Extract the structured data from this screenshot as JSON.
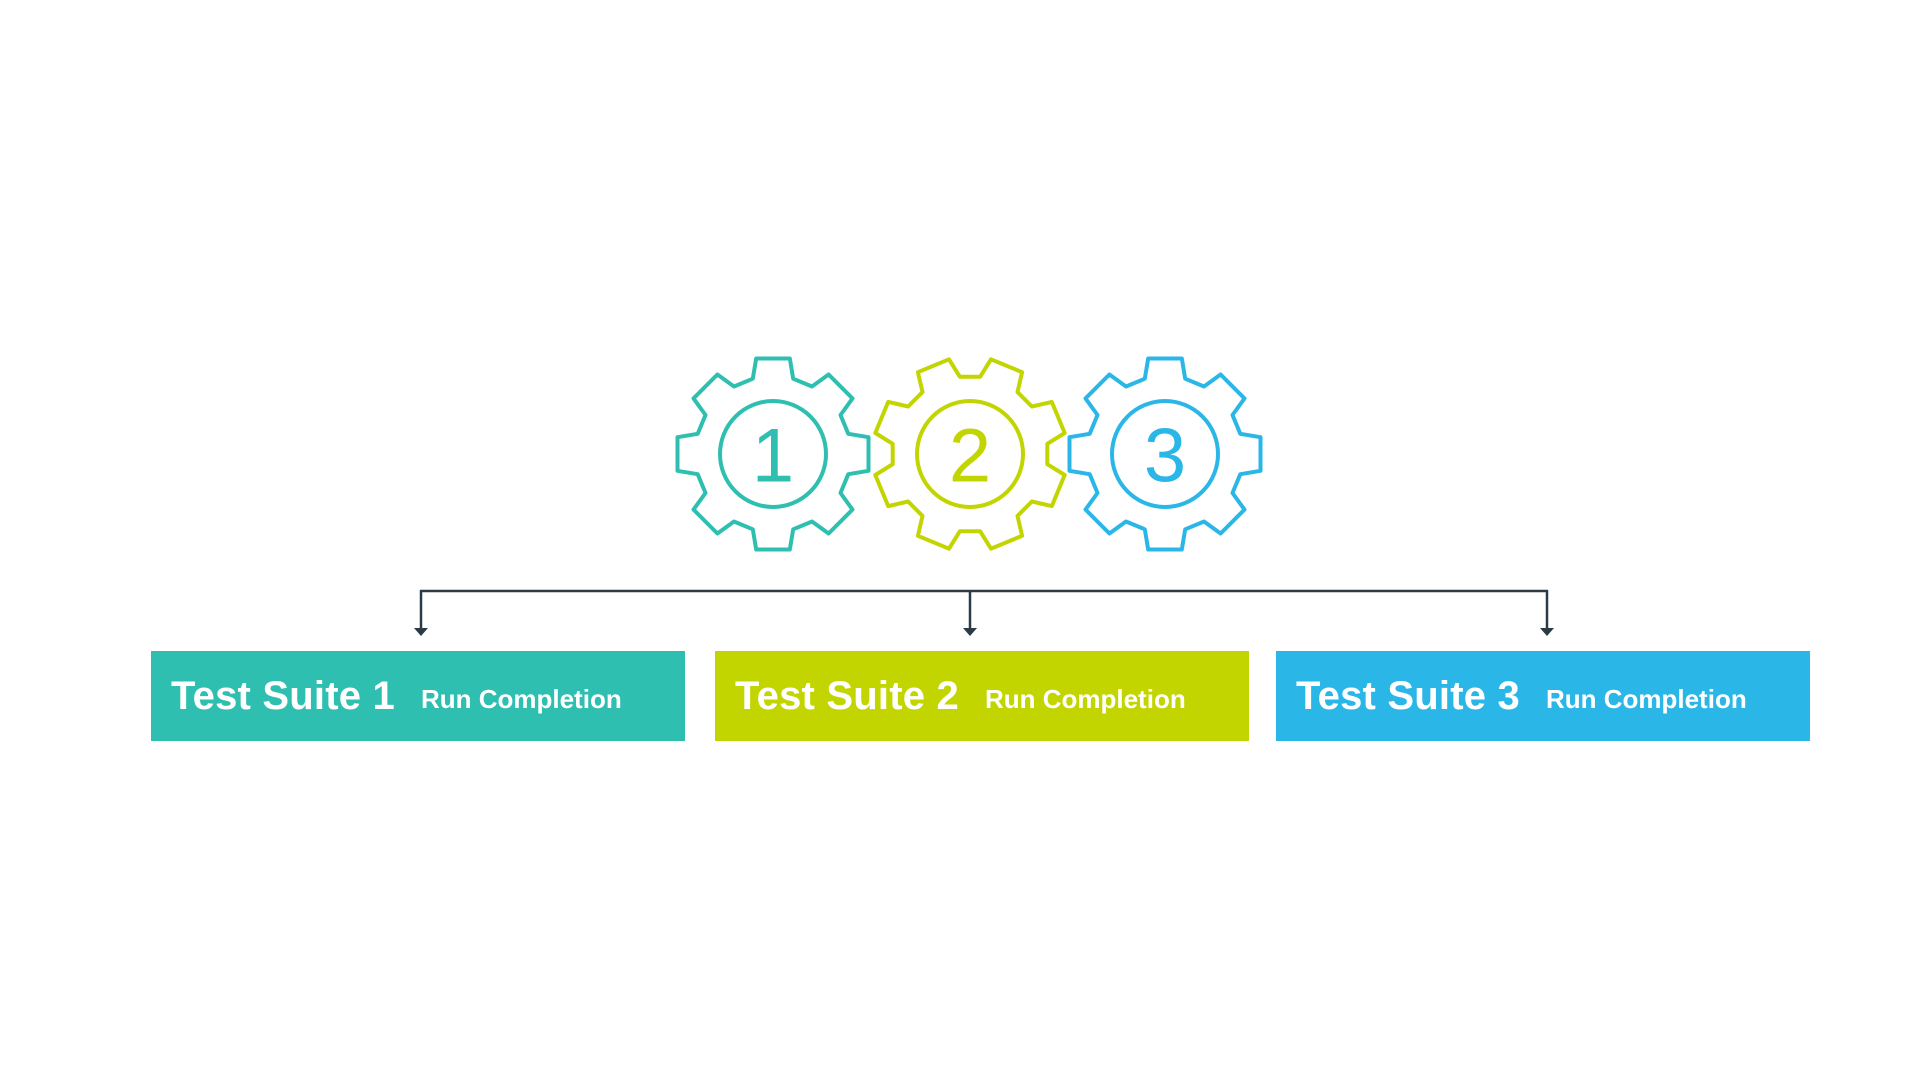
{
  "gears": [
    {
      "number": "1",
      "color": "#2fbfb0",
      "icon": "gear-icon"
    },
    {
      "number": "2",
      "color": "#c3d500",
      "icon": "gear-icon"
    },
    {
      "number": "3",
      "color": "#2ab7e8",
      "icon": "gear-icon"
    }
  ],
  "suites": [
    {
      "title": "Test Suite 1",
      "subtitle": "Run Completion",
      "color": "#2fbfb0"
    },
    {
      "title": "Test Suite 2",
      "subtitle": "Run Completion",
      "color": "#c3d500"
    },
    {
      "title": "Test Suite 3",
      "subtitle": "Run Completion",
      "color": "#2ab7e8"
    }
  ],
  "connector_color": "#2b3a45"
}
